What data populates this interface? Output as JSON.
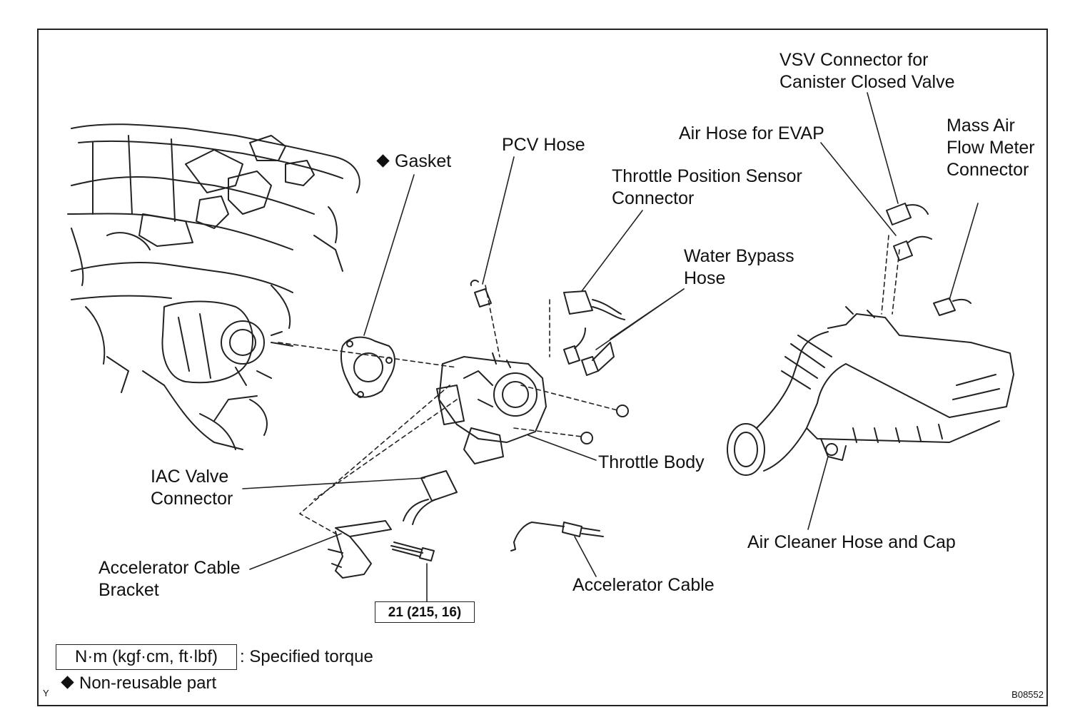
{
  "labels": {
    "gasket": "Gasket",
    "pcv_hose": "PCV Hose",
    "throttle_position_sensor_connector": "Throttle Position Sensor Connector",
    "water_bypass_hose": "Water Bypass Hose",
    "air_hose_evap": "Air Hose for EVAP",
    "vsv_connector": "VSV Connector for Canister Closed Valve",
    "maf_connector": "Mass Air Flow Meter Connector",
    "throttle_body": "Throttle Body",
    "iac_valve_connector": "IAC Valve Connector",
    "air_cleaner_hose": "Air Cleaner Hose and Cap",
    "accelerator_cable_bracket": "Accelerator Cable Bracket",
    "accelerator_cable": "Accelerator Cable"
  },
  "torque_spec": "21 (215, 16)",
  "legend": {
    "torque_units": "N·m (kgf·cm, ft·lbf)",
    "torque_desc": ": Specified torque",
    "nonreusable": "Non-reusable part"
  },
  "figure_code": "B08552",
  "corner_mark": "Y",
  "colors": {
    "line": "#222222",
    "background": "#ffffff"
  }
}
